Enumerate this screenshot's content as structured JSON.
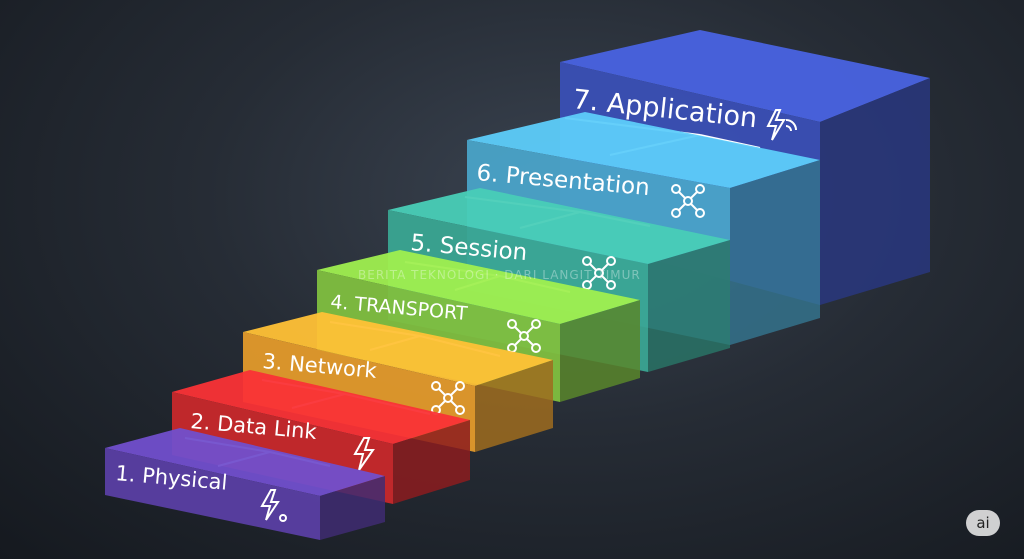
{
  "diagram": {
    "layers": [
      {
        "label": "1. Physical",
        "icon": "lightning-plug-icon",
        "color": "#5a3fa3"
      },
      {
        "label": "2. Data Link",
        "icon": "lightning-icon",
        "color": "#c8282b"
      },
      {
        "label": "3. Network",
        "icon": "network-nodes-icon",
        "color": "#e39a2b"
      },
      {
        "label": "4. TRANSPORT",
        "icon": "network-nodes-icon",
        "color": "#7fbf3f"
      },
      {
        "label": "5. Session",
        "icon": "network-nodes-icon",
        "color": "#3aa592"
      },
      {
        "label": "6. Presentation",
        "icon": "network-nodes-icon",
        "color": "#4aa3c8"
      },
      {
        "label": "7. Application",
        "icon": "lightning-wifi-icon",
        "color": "#3a4fb5"
      }
    ]
  },
  "watermark": "BERITA TEKNOLOGI · DARI LANGIT TIMUR",
  "badge": "ai"
}
